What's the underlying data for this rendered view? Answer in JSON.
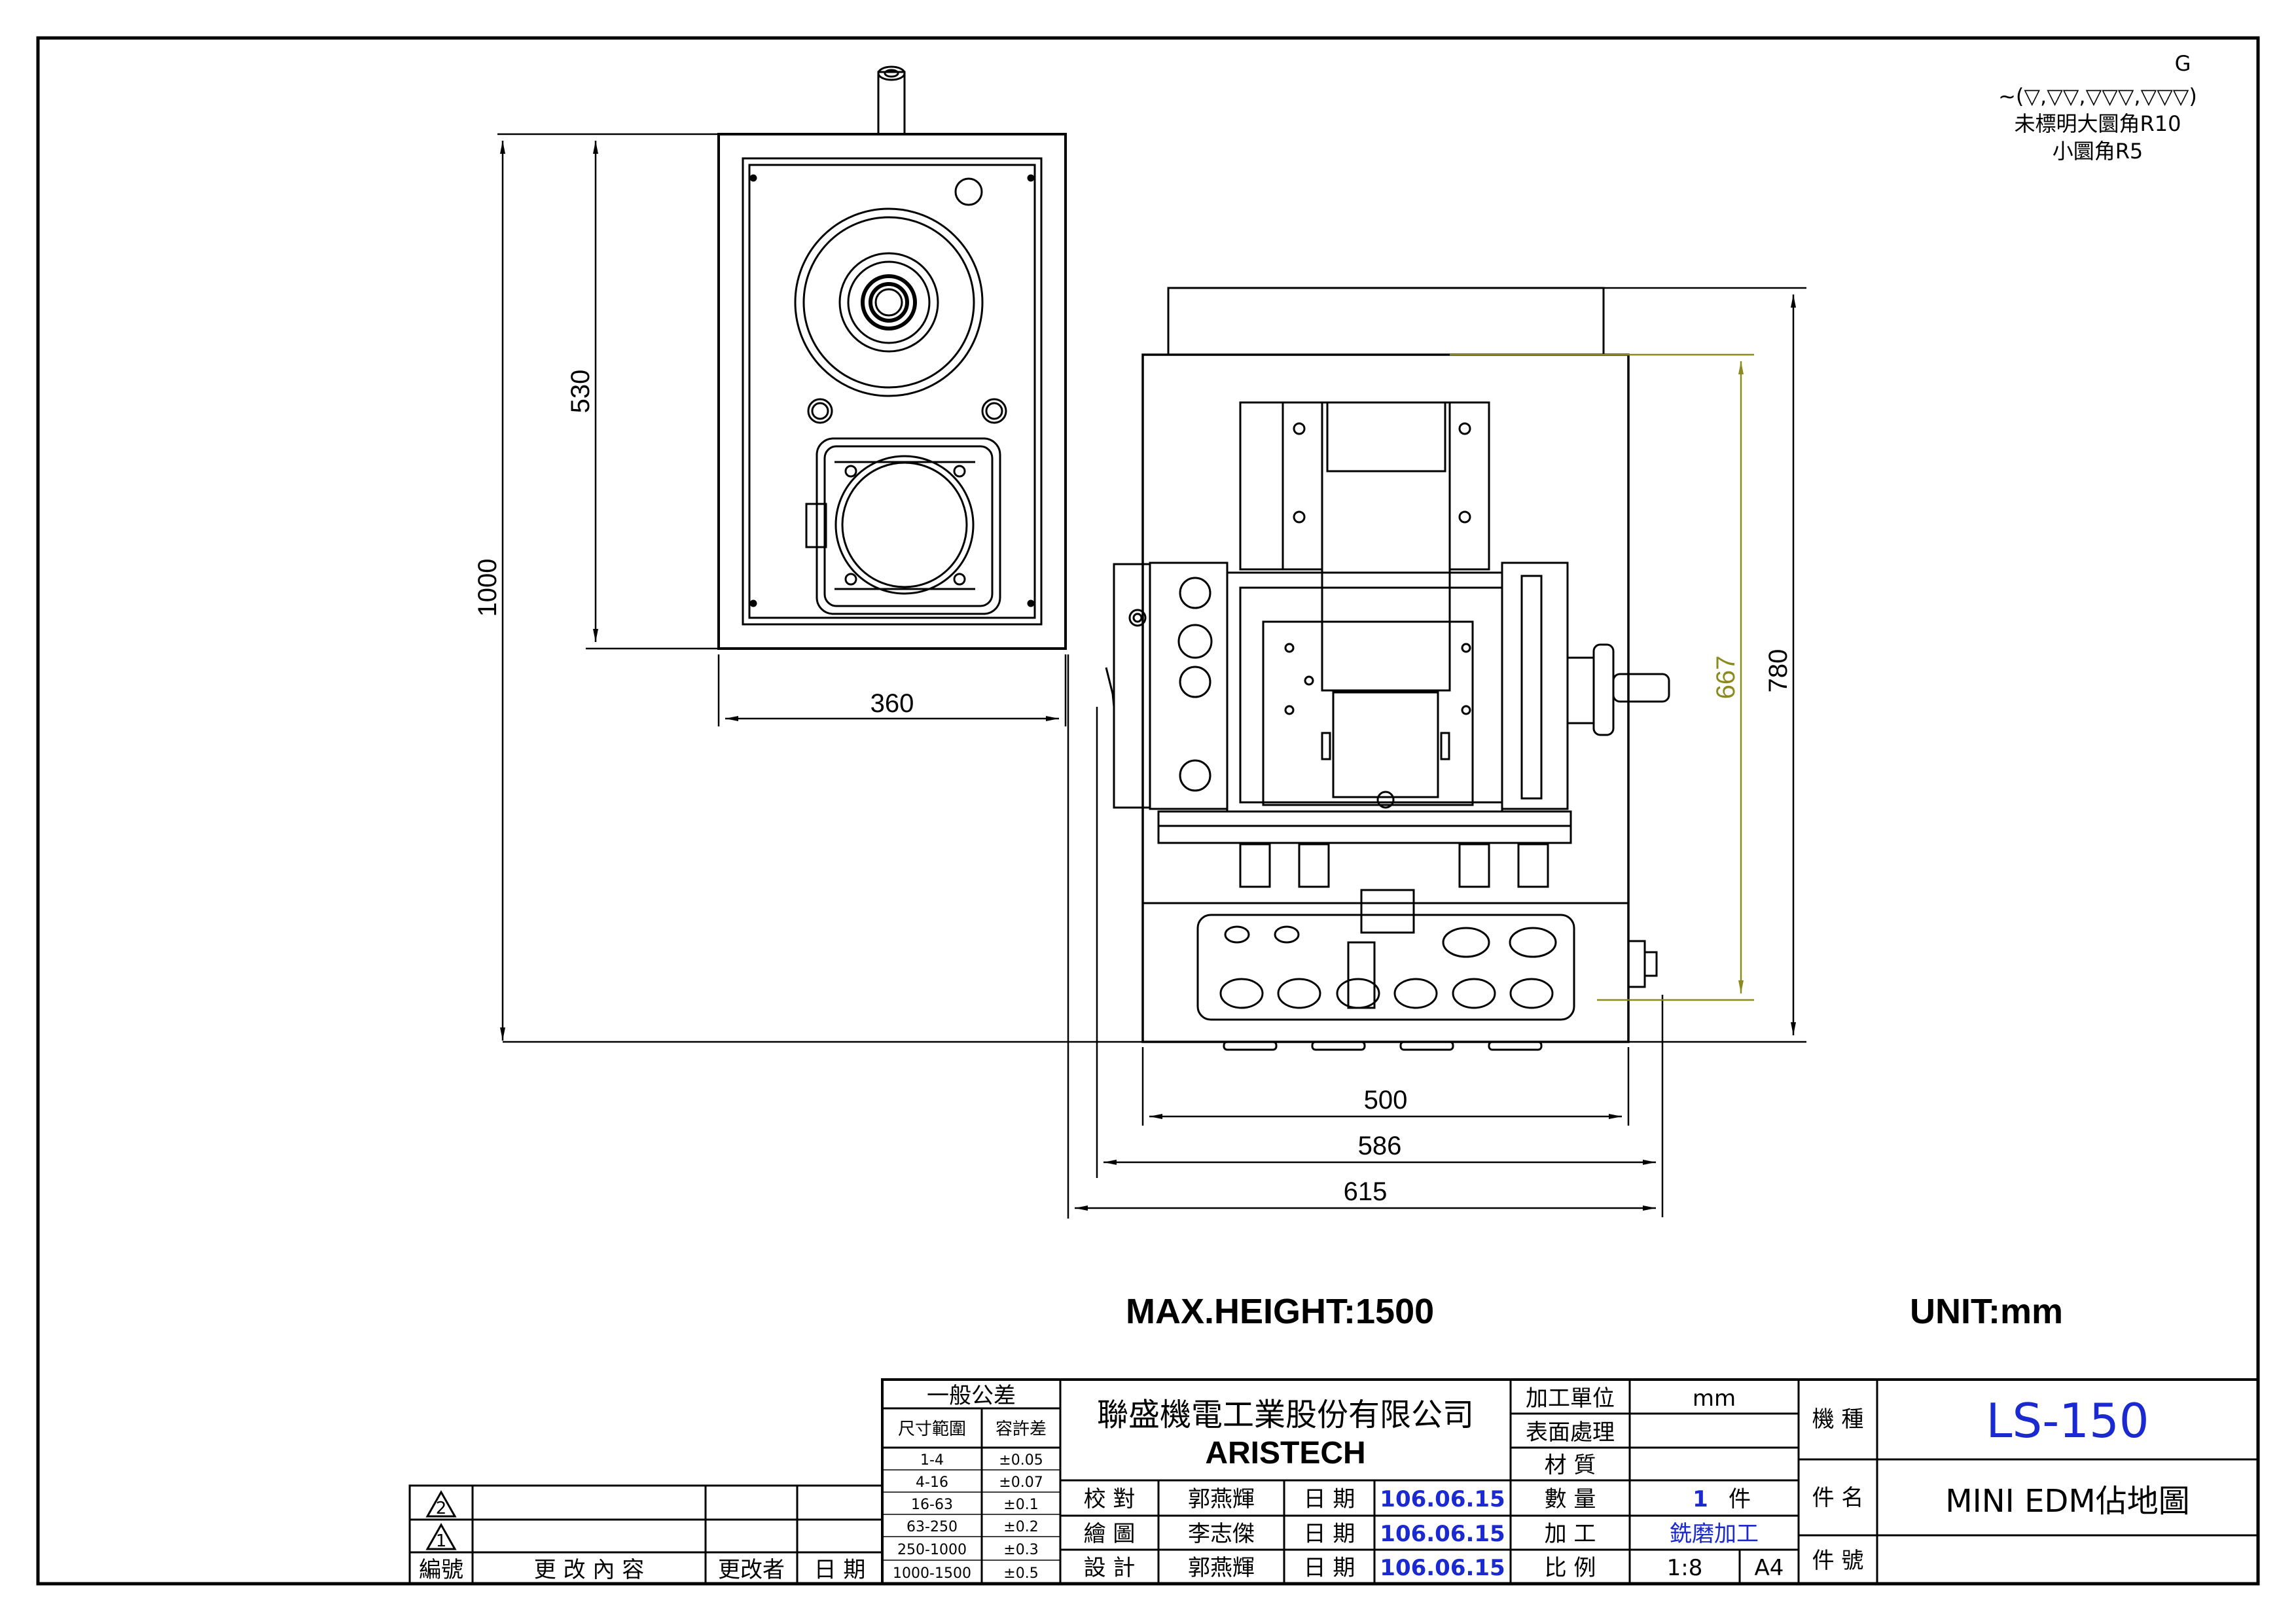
{
  "surface_note": {
    "grade": "G",
    "symbols": "~(▽,▽▽,▽▽▽,▽▽▽)",
    "line1": "未標明大圜角R10",
    "line2": "小圜角R5"
  },
  "dimensions": {
    "top_view_height": "530",
    "overall_height": "1000",
    "top_view_width": "360",
    "front_inner_height": "667",
    "front_height": "780",
    "width_500": "500",
    "width_586": "586",
    "width_615": "615"
  },
  "notes": {
    "max_height": "MAX.HEIGHT:1500",
    "unit": "UNIT:mm"
  },
  "title_block": {
    "tolerance_title": "一般公差",
    "tol_col1": "尺寸範圍",
    "tol_col2": "容許差",
    "tolerances": [
      {
        "range": "1-4",
        "tol": "±0.05"
      },
      {
        "range": "4-16",
        "tol": "±0.07"
      },
      {
        "range": "16-63",
        "tol": "±0.1"
      },
      {
        "range": "63-250",
        "tol": "±0.2"
      },
      {
        "range": "250-1000",
        "tol": "±0.3"
      },
      {
        "range": "1000-1500",
        "tol": "±0.5"
      }
    ],
    "company_cn": "聯盛機電工業股份有限公司",
    "company_en": "ARISTECH",
    "proc_unit_label": "加工單位",
    "proc_unit_value": "mm",
    "surface_label": "表面處理",
    "material_label": "材 質",
    "qty_label": "數 量",
    "qty_value": "1",
    "qty_unit": "件",
    "process_label": "加 工",
    "process_value": "銑磨加工",
    "scale_label": "比 例",
    "scale_value": "1:8",
    "paper": "A4",
    "check_label": "校 對",
    "check_name": "郭燕輝",
    "draw_label": "繪 圖",
    "draw_name": "李志傑",
    "design_label": "設 計",
    "design_name": "郭燕輝",
    "date_label": "日 期",
    "date_value": "106.06.15",
    "machine_type_label": "機 種",
    "machine_type_value": "LS-150",
    "part_name_label": "件 名",
    "part_name_value": "MINI EDM佔地圖",
    "part_no_label": "件 號",
    "rev_no_label": "編號",
    "rev_content_label": "更 改 內 容",
    "rev_by_label": "更改者",
    "rev_date_label": "日 期",
    "rev_marks": [
      "2",
      "1"
    ]
  }
}
